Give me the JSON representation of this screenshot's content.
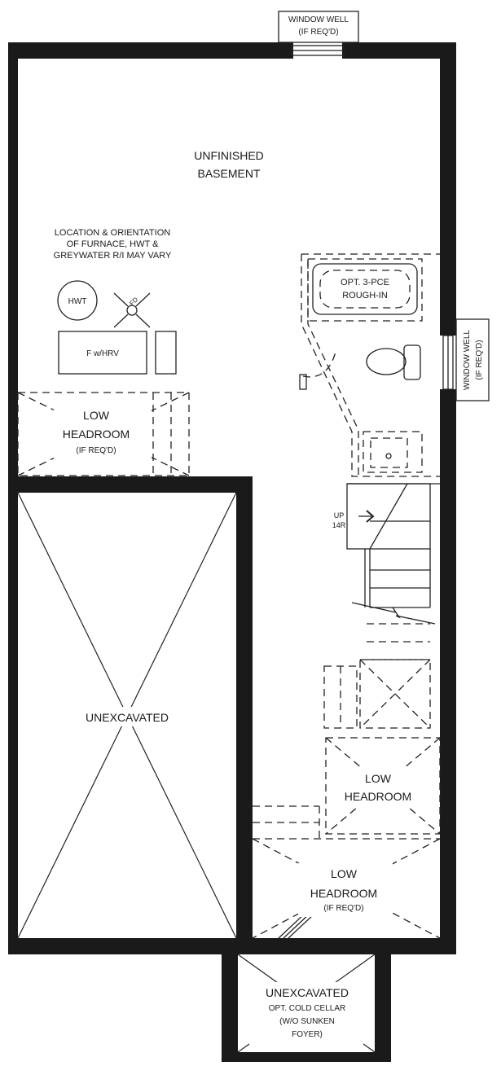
{
  "plan": {
    "window_well_top": [
      "WINDOW WELL",
      "(IF REQ'D)"
    ],
    "window_well_right": [
      "WINDOW WELL",
      "(IF REQ'D)"
    ],
    "basement": [
      "UNFINISHED",
      "BASEMENT"
    ],
    "mechanical_note": [
      "LOCATION & ORIENTATION",
      "OF FURNACE, HWT &",
      "GREYWATER R/I MAY VARY"
    ],
    "hwt": "HWT",
    "fd": "FD",
    "furnace": "F w/HRV",
    "bath": [
      "OPT. 3-PCE",
      "ROUGH-IN"
    ],
    "low_headroom_left": [
      "LOW",
      "HEADROOM",
      "(IF REQ'D)"
    ],
    "unexcavated_main": "UNEXCAVATED",
    "stairs": [
      "UP",
      "14R"
    ],
    "low_headroom_mid": [
      "LOW",
      "HEADROOM"
    ],
    "low_headroom_bottom": [
      "LOW",
      "HEADROOM",
      "(IF REQ'D)"
    ],
    "cold_cellar": [
      "UNEXCAVATED",
      "OPT. COLD CELLAR",
      "(W/O SUNKEN",
      "FOYER)"
    ]
  }
}
